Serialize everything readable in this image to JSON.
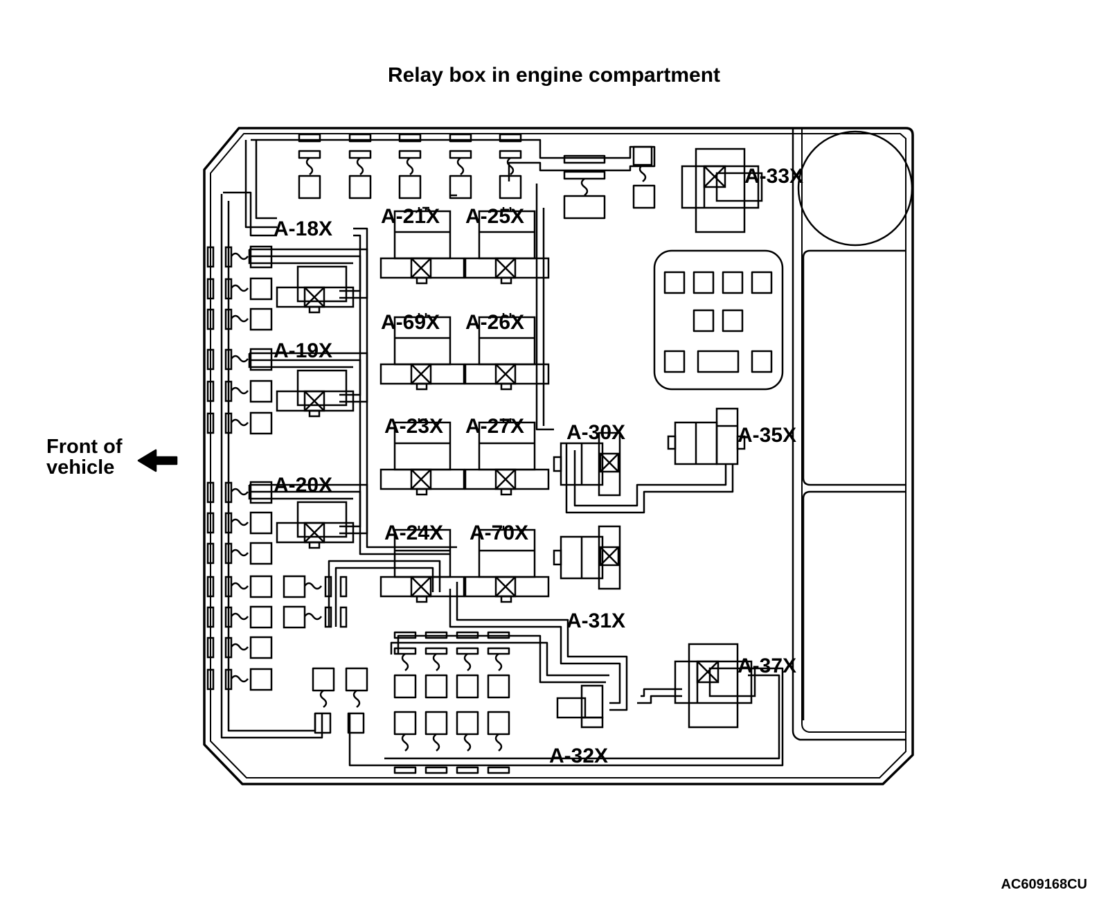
{
  "title": "Relay box in engine compartment",
  "direction_label": {
    "line1": "Front of",
    "line2": "vehicle"
  },
  "figure_code": "AC609168CU",
  "relays": [
    {
      "id": "a18x",
      "label": "A-18X"
    },
    {
      "id": "a19x",
      "label": "A-19X"
    },
    {
      "id": "a20x",
      "label": "A-20X"
    },
    {
      "id": "a21x",
      "label": "A-21X"
    },
    {
      "id": "a25x",
      "label": "A-25X"
    },
    {
      "id": "a69x",
      "label": "A-69X"
    },
    {
      "id": "a26x",
      "label": "A-26X"
    },
    {
      "id": "a23x",
      "label": "A-23X"
    },
    {
      "id": "a27x",
      "label": "A-27X"
    },
    {
      "id": "a24x",
      "label": "A-24X"
    },
    {
      "id": "a70x",
      "label": "A-70X"
    },
    {
      "id": "a30x",
      "label": "A-30X"
    },
    {
      "id": "a31x",
      "label": "A-31X"
    },
    {
      "id": "a32x",
      "label": "A-32X"
    },
    {
      "id": "a33x",
      "label": "A-33X"
    },
    {
      "id": "a35x",
      "label": "A-35X"
    },
    {
      "id": "a37x",
      "label": "A-37X"
    }
  ],
  "icons": {
    "arrow": "arrow-left-icon",
    "relay_coil": "relay-coil-icon"
  }
}
